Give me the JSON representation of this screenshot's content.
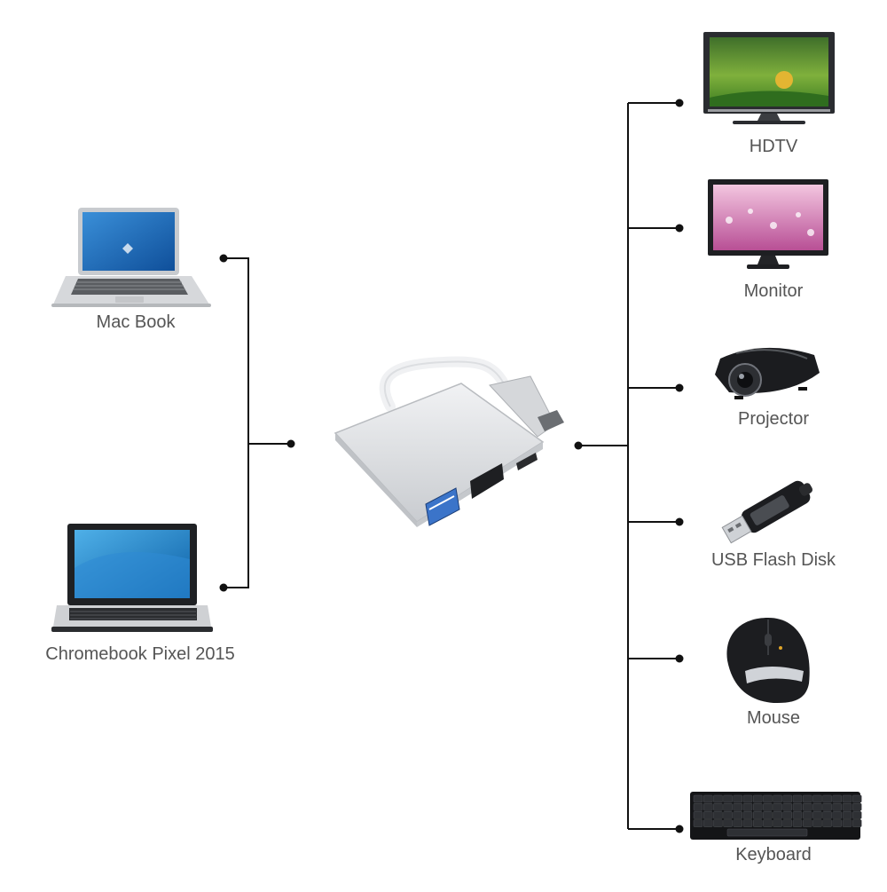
{
  "sources": [
    {
      "id": "macbook",
      "label": "Mac Book",
      "icon": "laptop-icon"
    },
    {
      "id": "chromebook",
      "label": "Chromebook Pixel 2015",
      "icon": "laptop-icon"
    }
  ],
  "hub": {
    "icon": "usb-c-hub-icon",
    "ports": [
      "usb-a-port",
      "hdmi-port",
      "usb-c-port"
    ]
  },
  "outputs": [
    {
      "id": "hdtv",
      "label": "HDTV",
      "icon": "tv-icon"
    },
    {
      "id": "monitor",
      "label": "Monitor",
      "icon": "monitor-icon"
    },
    {
      "id": "projector",
      "label": "Projector",
      "icon": "projector-icon"
    },
    {
      "id": "usb",
      "label": "USB Flash Disk",
      "icon": "usb-flash-disk-icon"
    },
    {
      "id": "mouse",
      "label": "Mouse",
      "icon": "mouse-icon"
    },
    {
      "id": "keyboard",
      "label": "Keyboard",
      "icon": "keyboard-icon"
    }
  ],
  "colors": {
    "connector": "#111111",
    "label": "#555555",
    "hub_body": "#d9dbde"
  }
}
